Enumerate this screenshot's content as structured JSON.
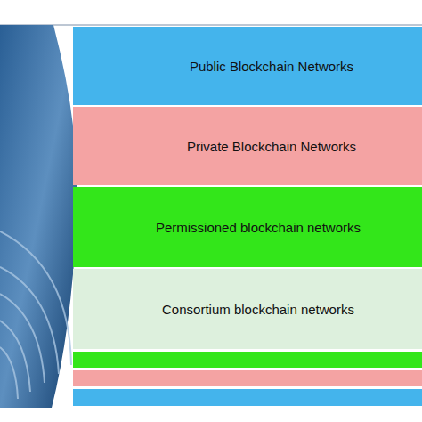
{
  "diagram": {
    "nodes": [
      {
        "text": [
          "Public Blockchain Networks"
        ]
      },
      {
        "text": [
          "Private Blockchain Networks"
        ]
      },
      {
        "text": [
          "Permissioned blockchain networks"
        ]
      },
      {
        "text": [
          "Consortium blockchain networks"
        ]
      }
    ]
  }
}
